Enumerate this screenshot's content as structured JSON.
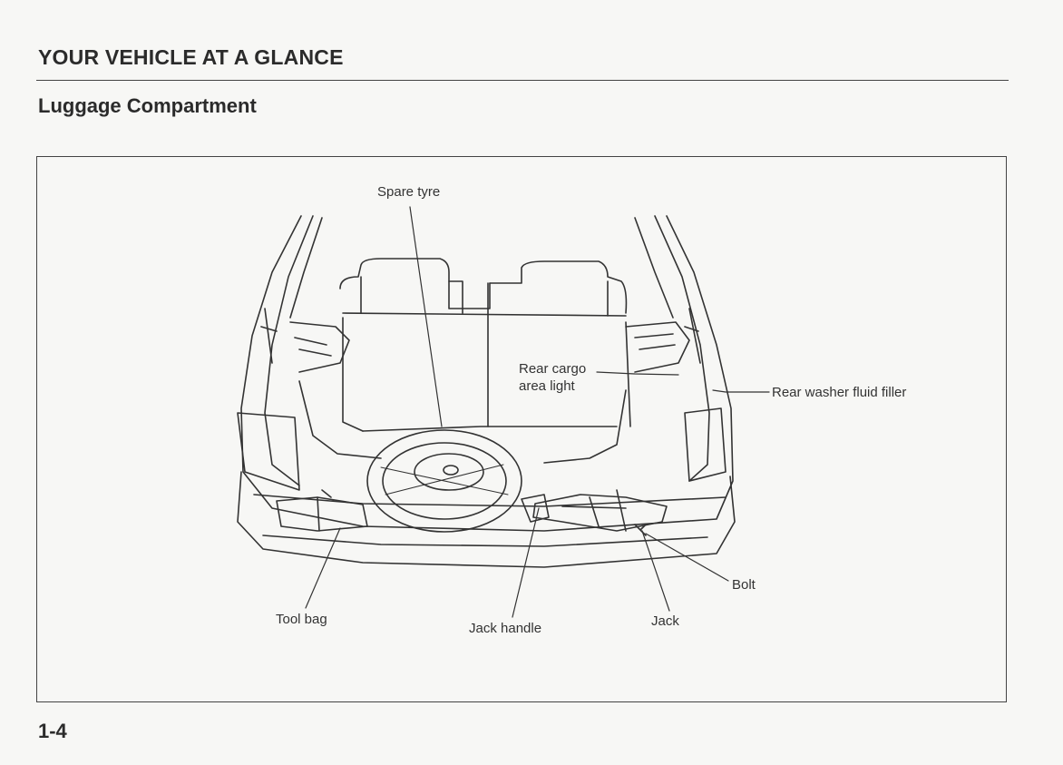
{
  "header": {
    "section_title": "YOUR VEHICLE AT A GLANCE",
    "subtitle": "Luggage Compartment"
  },
  "diagram": {
    "labels": {
      "spare_tyre": "Spare tyre",
      "rear_cargo_light_line1": "Rear cargo",
      "rear_cargo_light_line2": "area light",
      "rear_washer_fluid_filler": "Rear washer fluid filler",
      "bolt": "Bolt",
      "tool_bag": "Tool bag",
      "jack_handle": "Jack handle",
      "jack": "Jack"
    }
  },
  "footer": {
    "page_number": "1-4"
  },
  "colors": {
    "ink": "#2b2b2b",
    "paper": "#f7f7f5"
  }
}
